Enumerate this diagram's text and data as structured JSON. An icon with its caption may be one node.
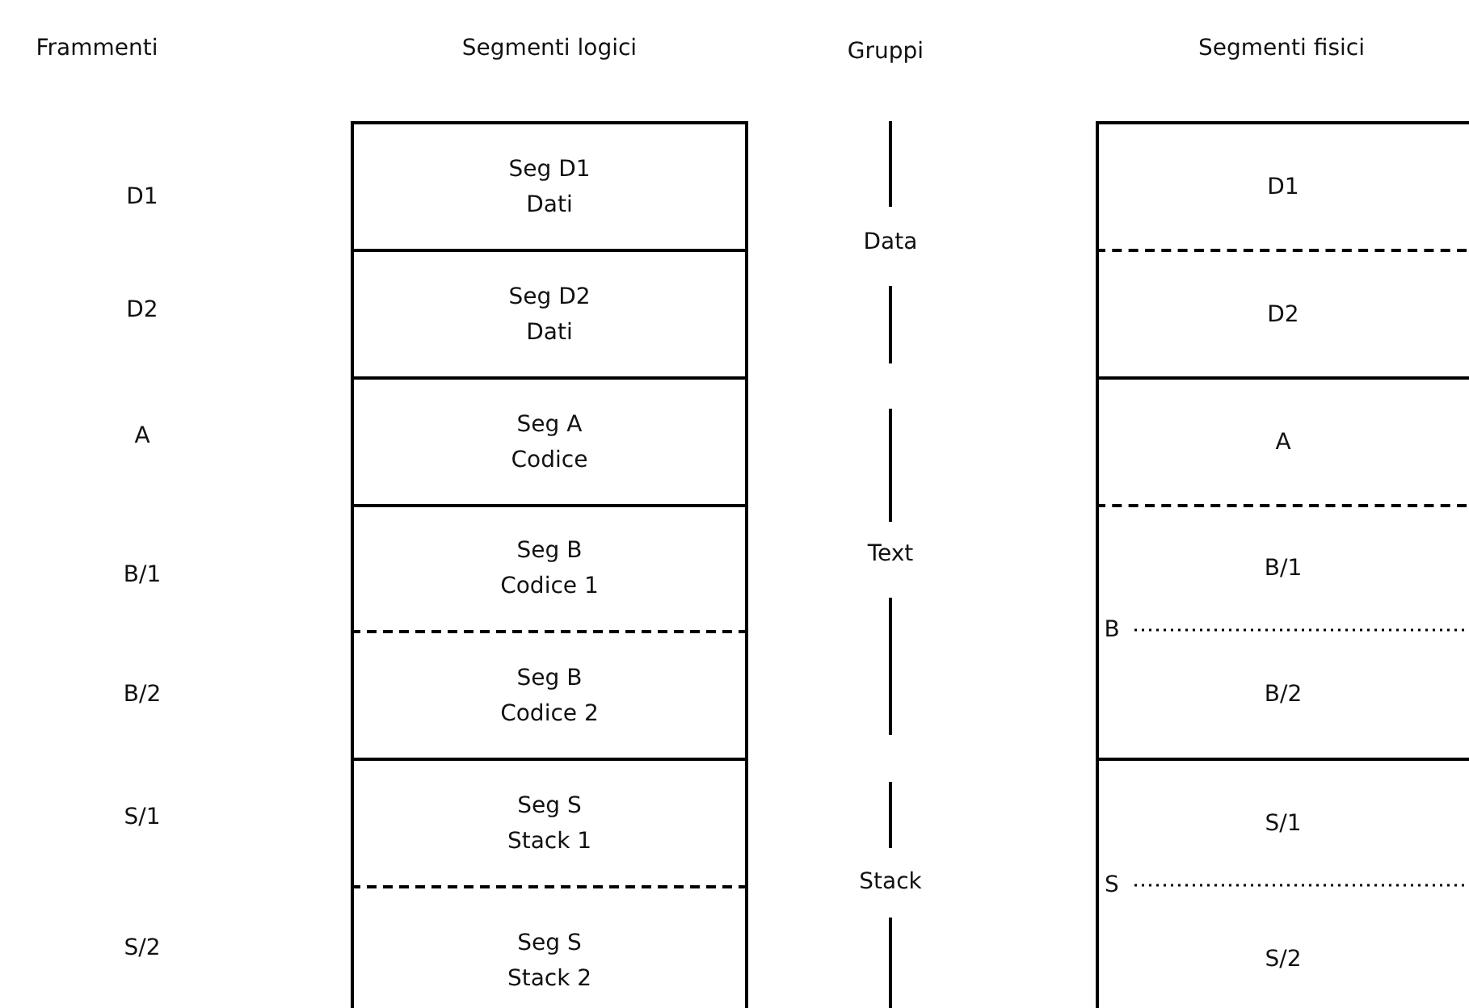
{
  "diagram": {
    "nodes": [
      {
        "text": [
          "Seg D1",
          "Dati"
        ]
      },
      {
        "text": [
          "Seg D2",
          "Dati"
        ]
      },
      {
        "text": [
          "Seg A",
          "Codice"
        ]
      },
      {
        "text": [
          "Seg B",
          "Codice 1"
        ]
      },
      {
        "text": [
          "Seg B",
          "Codice 2"
        ]
      },
      {
        "text": [
          "Seg S",
          "Stack 1"
        ]
      },
      {
        "text": [
          "Seg S",
          "Stack 2"
        ]
      },
      {
        "text": [
          "D1"
        ]
      },
      {
        "text": [
          "D2"
        ]
      },
      {
        "text": [
          "A"
        ]
      },
      {
        "text": [
          "B/1"
        ]
      },
      {
        "text": [
          "B/2"
        ]
      },
      {
        "text": [
          "S/1"
        ]
      },
      {
        "text": [
          "S/2"
        ]
      }
    ],
    "edges": [],
    "labels": [
      "Frammenti",
      "Segmenti logici",
      "Gruppi",
      "Segmenti fisici",
      "D1",
      "Data",
      "D2",
      "A",
      "B/1",
      "Text",
      "B",
      "B/2",
      "S/1",
      "Stack",
      "S",
      "S/2"
    ]
  }
}
